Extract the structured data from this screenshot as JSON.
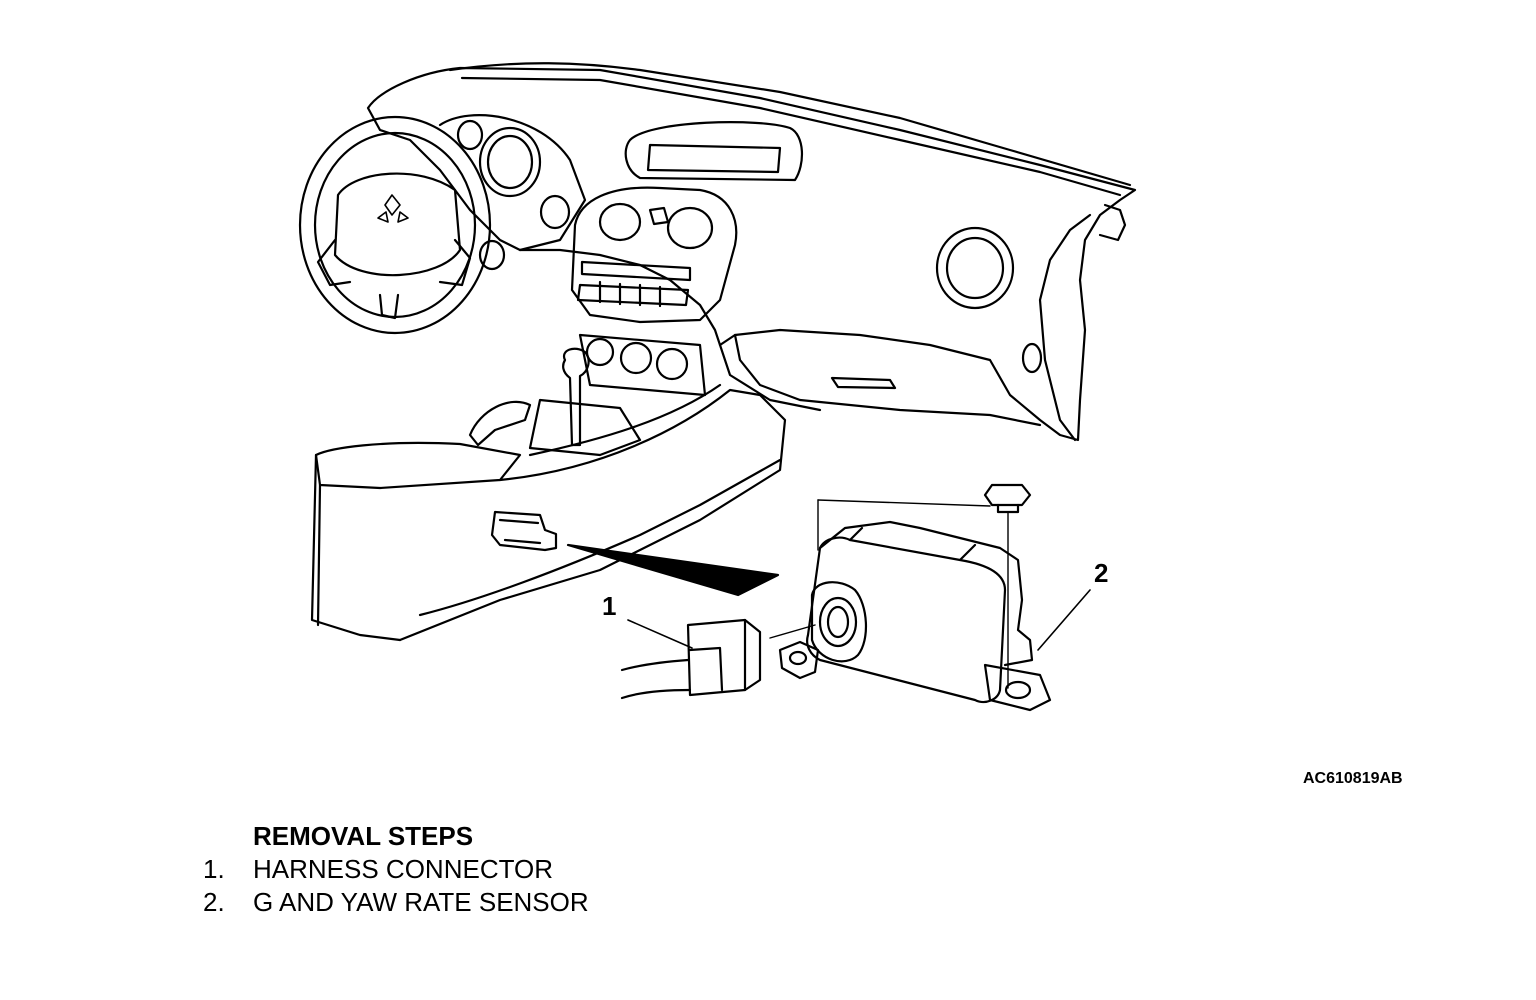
{
  "figure_id": "AC610819AB",
  "callouts": {
    "one": "1",
    "two": "2"
  },
  "removal_steps": {
    "title": "REMOVAL STEPS",
    "items": [
      {
        "num": "1.",
        "text": "HARNESS CONNECTOR"
      },
      {
        "num": "2.",
        "text": "G AND YAW RATE SENSOR"
      }
    ]
  },
  "colors": {
    "line": "#000000",
    "background": "#ffffff"
  }
}
